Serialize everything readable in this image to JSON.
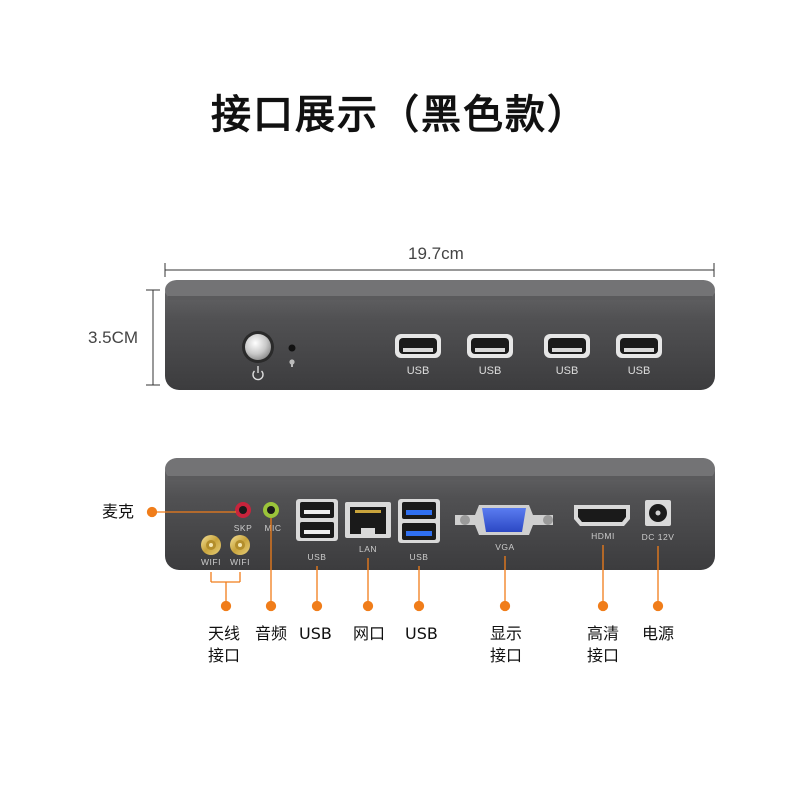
{
  "title": "接口展示（黑色款）",
  "dimensions": {
    "width": "19.7cm",
    "height": "3.5CM"
  },
  "front_ports": [
    "USB",
    "USB",
    "USB",
    "USB"
  ],
  "rear_panel_labels": {
    "skp": "SKP",
    "mic": "MIC",
    "wifi1": "WIFI",
    "wifi2": "WIFI",
    "usb2": "USB",
    "lan": "LAN",
    "usb3": "USB",
    "vga": "VGA",
    "hdmi": "HDMI",
    "dc": "DC 12V"
  },
  "callouts": {
    "mic_input": "麦克",
    "antenna": [
      "天线",
      "接口"
    ],
    "audio": "音频",
    "usb_a": "USB",
    "network": "网口",
    "usb_b": "USB",
    "display": [
      "显示",
      "接口"
    ],
    "hd": [
      "高清",
      "接口"
    ],
    "power": "电源"
  },
  "colors": {
    "accent": "#f07d1a",
    "device": "#4a4a4c"
  }
}
